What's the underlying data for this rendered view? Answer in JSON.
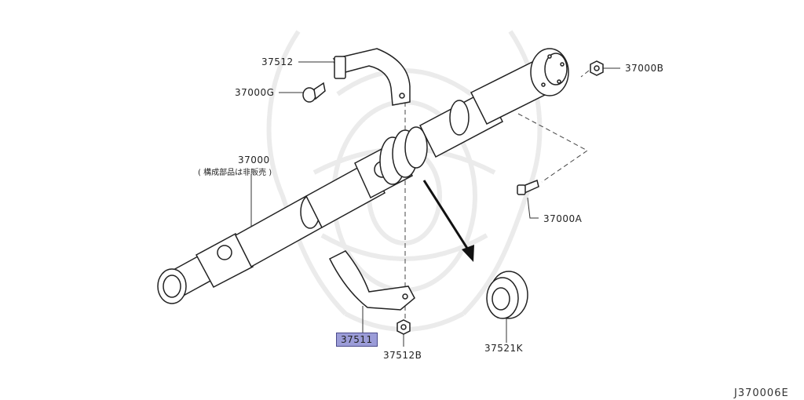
{
  "diagram": {
    "id": "J370006E",
    "highlight_color": "#9b9cd8",
    "labels": {
      "p37512": "37512",
      "p37000G": "37000G",
      "p37000B": "37000B",
      "p37000": "37000",
      "p37000_note": "( 構成部品は非販売 )",
      "p37000A": "37000A",
      "p37511": "37511",
      "p37512B": "37512B",
      "p37521K": "37521K"
    },
    "icons": {
      "shaft": "propeller-shaft-icon",
      "bracket_upper": "center-bearing-bracket-icon",
      "bracket_lower": "center-bearing-bracket-icon",
      "bearing": "ball-bearing-icon",
      "bolt": "bolt-icon",
      "nut": "nut-icon",
      "grommet": "grommet-icon",
      "watermark": "emblem-watermark-icon"
    }
  }
}
